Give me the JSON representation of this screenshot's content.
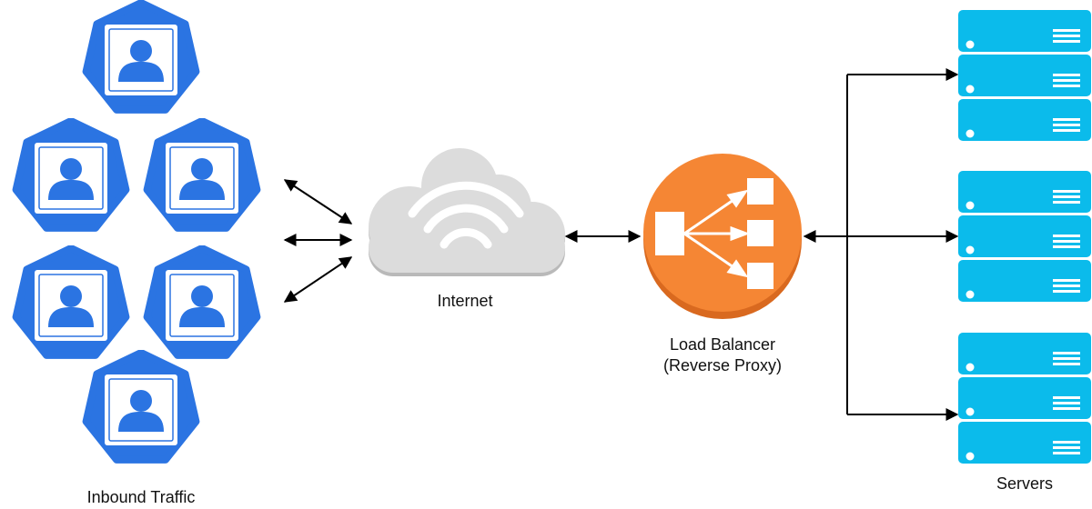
{
  "labels": {
    "inbound": "Inbound Traffic",
    "internet": "Internet",
    "lb_line1": "Load Balancer",
    "lb_line2": "(Reverse Proxy)",
    "servers": "Servers"
  },
  "colors": {
    "user_blue": "#2b74e2",
    "cloud_gray": "#d9d9d9",
    "balancer_orange": "#f58634",
    "balancer_shadow": "#d9691f",
    "server_cyan": "#0bbbeb",
    "arrow": "#000000"
  },
  "icons": {
    "user": "user-heptagon-icon",
    "cloud": "cloud-wifi-icon",
    "balancer": "load-balancer-icon",
    "server": "server-rack-icon"
  },
  "counts": {
    "users": 6,
    "server_groups": 3,
    "servers_per_group": 3
  }
}
